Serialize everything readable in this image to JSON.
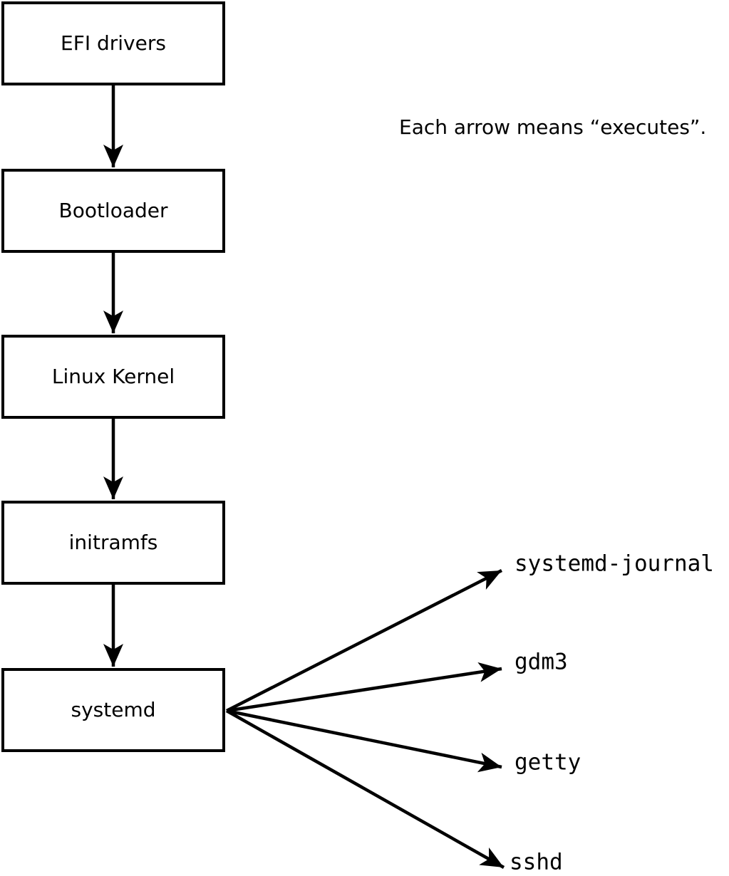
{
  "annotation": "Each arrow means “executes”.",
  "chain": [
    {
      "label": "EFI drivers"
    },
    {
      "label": "Bootloader"
    },
    {
      "label": "Linux Kernel"
    },
    {
      "label": "initramfs"
    },
    {
      "label": "systemd"
    }
  ],
  "spawned": [
    {
      "label": "systemd-journal"
    },
    {
      "label": "gdm3"
    },
    {
      "label": "getty"
    },
    {
      "label": "sshd"
    }
  ],
  "edge_meaning": "executes",
  "colors": {
    "line": "#000000",
    "box_fill": "#ffffff",
    "text": "#000000",
    "background": "#ffffff"
  }
}
